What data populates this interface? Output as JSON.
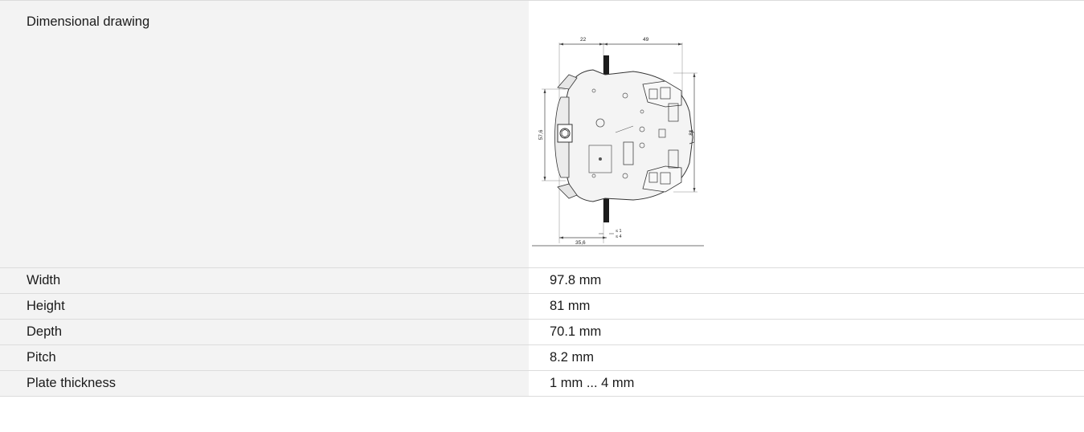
{
  "drawing_row": {
    "label": "Dimensional drawing",
    "dimensions": {
      "top_left": "22",
      "top_right": "49",
      "left_height": "57,6",
      "right_height": "81",
      "bottom_depth": "35,6",
      "plate_min": "≤ 1",
      "plate_max": "≤ 4"
    }
  },
  "specs": [
    {
      "label": "Width",
      "value": "97.8 mm"
    },
    {
      "label": "Height",
      "value": "81 mm"
    },
    {
      "label": "Depth",
      "value": "70.1 mm"
    },
    {
      "label": "Pitch",
      "value": "8.2 mm"
    },
    {
      "label": "Plate thickness",
      "value": "1 mm ... 4 mm"
    }
  ]
}
